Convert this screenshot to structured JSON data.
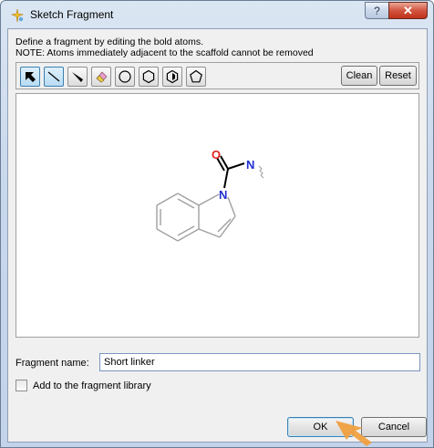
{
  "window": {
    "title": "Sketch Fragment",
    "help_label": "?",
    "close_label": "✕"
  },
  "instructions": {
    "line1": "Define a fragment by editing the bold atoms.",
    "line2": "NOTE: Atoms immediately adjacent to the scaffold cannot be removed"
  },
  "toolbar": {
    "tools": [
      "select-arrow",
      "single-bond",
      "wedge-bond",
      "eraser",
      "ring-cyclohexane",
      "ring-benzene",
      "ring-aromatic",
      "ring-cyclopentane"
    ],
    "clean_label": "Clean",
    "reset_label": "Reset"
  },
  "molecule": {
    "atoms": {
      "o": "O",
      "n_amide": "N",
      "n_ring": "N"
    },
    "colors": {
      "oxygen": "#e02020",
      "nitrogen": "#1e2fd0",
      "bond": "#000000",
      "scaffold": "#a0a0a0"
    }
  },
  "fragment_name": {
    "label": "Fragment name:",
    "value": "Short linker"
  },
  "library": {
    "label": "Add to the fragment library",
    "checked": false
  },
  "buttons": {
    "ok": "OK",
    "cancel": "Cancel"
  },
  "theme": {
    "accent": "#3c7fb1",
    "cursor": "#f0a040"
  }
}
